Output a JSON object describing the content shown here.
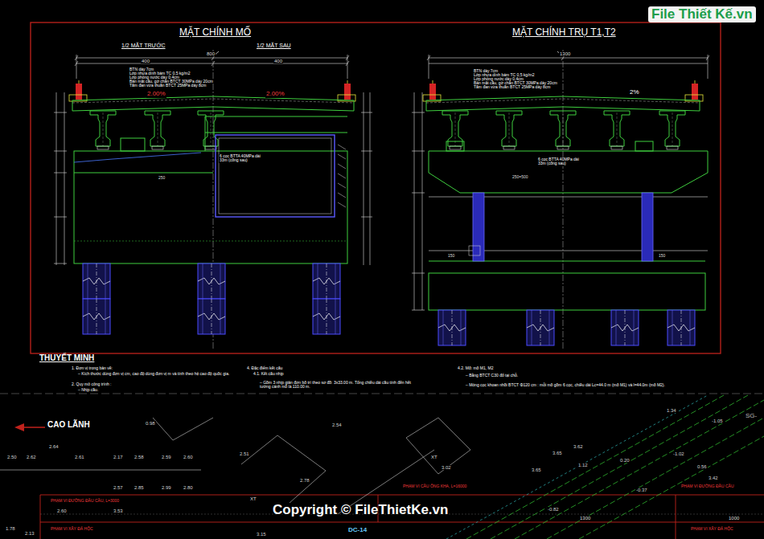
{
  "diagram": {
    "labels": [
      "File Thiết Kế.vn",
      "MẶT CHÍNH MỐ",
      "1/2 MẶT TRƯỚC",
      "1/2 MẶT SAU",
      "MẶT CHÍNH TRỤ T1,T2",
      "800",
      "400",
      "400",
      "1300",
      "2.00%",
      "2.00%",
      "2%",
      "BTN dày 7cm",
      "Lớp nhựa dính bám TC 0,5 kg/m2",
      "Lớp phòng nước dày 0,4cm",
      "Bản mặt cầu, gờ chắn BTCT 30MPa dày 20cm",
      "Tấm đan vừa thuần BTCT 25MPa dày 8cm",
      "BTN dày 7cm",
      "Lớp nhựa dính bám TC 0,5 kg/m2",
      "Lớp phòng nước dày 0,4cm",
      "Bản mặt cầu, gờ chắn BTCT 30MPa dày 20cm",
      "Tấm đan vừa thuần BTCT 25MPa dày 8cm",
      "6 cọc BTTA 40MPa dài 33m (cống sau)",
      "6 cọc BTTA 40MPa dài 33m (cống sau)",
      "250",
      "250=500",
      "150",
      "150",
      "THUYẾT MINH",
      "1. Đơn vị trong bản vẽ:",
      "– Kích thước dùng đơn vị cm, cao độ dùng đơn vị m và tính theo hệ cao độ quốc gia.",
      "2. Quy mô công trình :",
      "– Nhịp cầu.",
      "4. Đặc điểm kết cấu",
      "4.1. Kết cấu nhịp",
      "– Gồm 3 nhịp giản đơn bố trí theo sơ đồ: 3x33.00 m. Tổng chiều dài cầu tính đến hết tường cánh mố là 110.00 m.",
      "4.2. Mố: mố M1, M2",
      "– Bằng BTCT C30 đổ tại chỗ.",
      "– Móng cọc khoan nhồi BTCT Φ120 cm : mỗi mố gồm 6 cọc, chiều dài Lc=44.0 m (mố M1) và l=44.0m (mố M2).",
      "CAO LÃNH",
      "PHẠM VI ĐƯỜNG ĐẦU CẦU, L=3000",
      "PHẠM VI CẦU ÔNG KHA, L=16000",
      "PHẠM VI XÂY ĐÁ HỘC",
      "PHẠM VI XÂY ĐÁ HỘC",
      "PHẠM VI ĐƯỜNG ĐẦU CẦU",
      "1300",
      "1000",
      "DC-14",
      "XT",
      "XT",
      "SG-",
      "Copyright © FileThietKe.vn",
      "2.64",
      "0.98",
      "2.50",
      "2.62",
      "2.61",
      "2.17",
      "2.58",
      "2.59",
      "2.60",
      "2.51",
      "2.54",
      "3.02",
      "2.78",
      "3.62",
      "3.65",
      "3.65",
      "1.12",
      "0.20",
      "-1.02",
      "-1.05",
      "1.34",
      "2.57",
      "2.85",
      "2.99",
      "2.80",
      "-0.37",
      "0.56",
      "3.42",
      "-0.82",
      "2.60",
      "3.53",
      "3.15",
      "2.13",
      "1.78"
    ]
  }
}
